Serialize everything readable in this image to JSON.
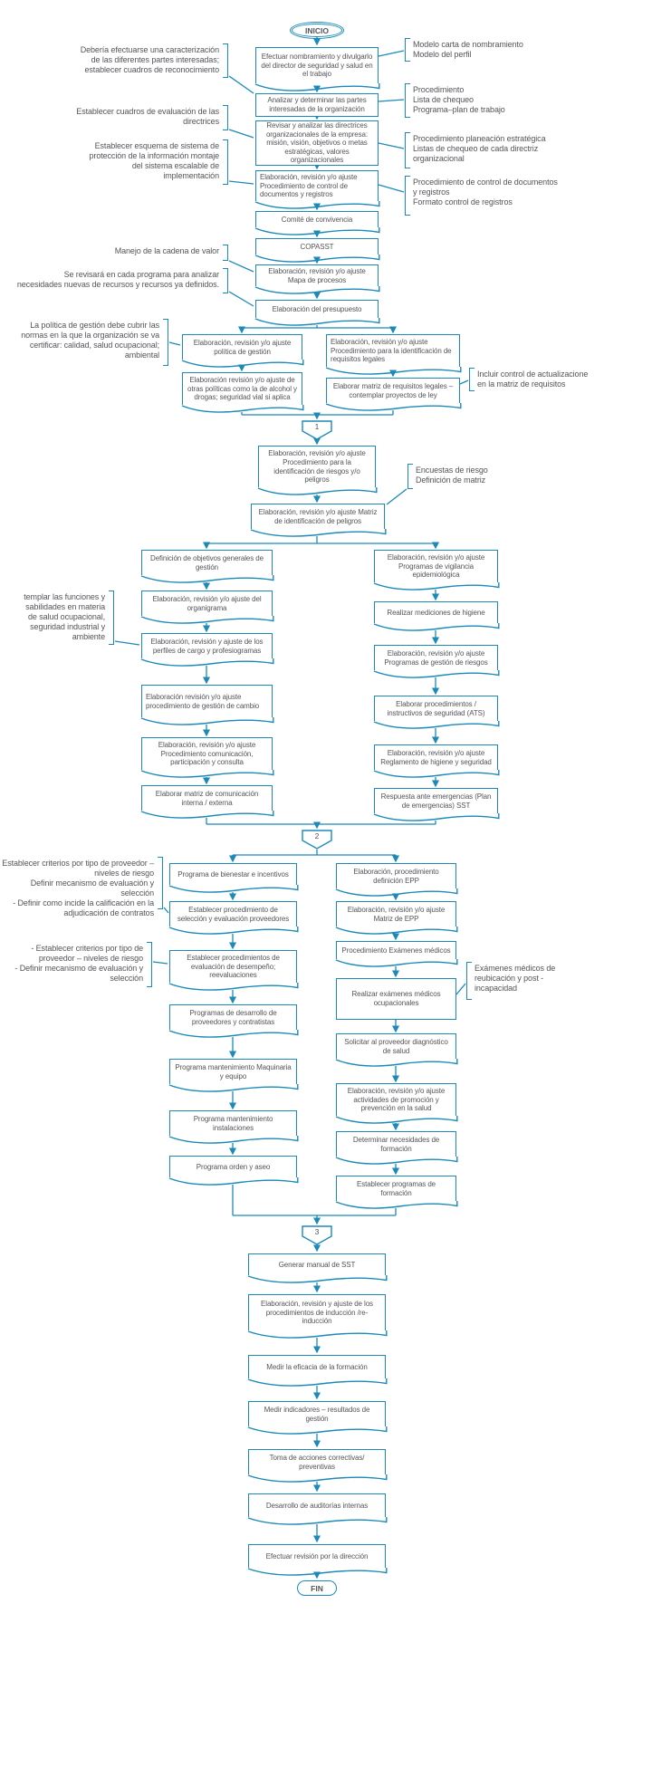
{
  "colors": {
    "line": "#1b8ab9",
    "text": "#54555a",
    "background": "#ffffff"
  },
  "diagram": {
    "start": "INICIO",
    "end": "FIN",
    "connectors": {
      "c1": "1",
      "c2": "2",
      "c3": "3"
    },
    "nodes": {
      "nombramiento": "Efectuar nombramiento y divulgarlo del director de seguridad y salud en el trabajo",
      "partes": "Analizar y determinar las partes interesadas de la organización",
      "directrices": "Revisar y analizar las directrices organizacionales de la empresa: misión, visión, objetivos o metas estratégicas, valores organizacionales",
      "control_docs": "Elaboración, revisión y/o ajuste Procedimiento de control de documentos y registros",
      "comite": "Comité de convivencia",
      "copasst": "COPASST",
      "mapa_procesos": "Elaboración, revisión y/o ajuste Mapa de procesos",
      "presupuesto": "Elaboración del presupuesto",
      "politica_gestion": "Elaboración, revisión y/o ajuste política de gestión",
      "req_legales": "Elaboración, revisión y/o ajuste Procedimiento para la identificación de requisitos legales",
      "otras_politicas": "Elaboración revisión y/o ajuste de otras políticas como la de alcohol y drogas; seguridad vial si aplica",
      "matriz_requisitos": "Elaborar matriz de requisitos legales –contemplar proyectos de ley",
      "proc_riesgos": "Elaboración, revisión y/o ajuste Procedimiento para la identificación de riesgos y/o peligros",
      "matriz_peligros": "Elaboración, revisión y/o ajuste Matriz de identificación de peligros",
      "objetivos": "Definición de objetivos generales de gestión",
      "organigrama": "Elaboración, revisión y/o ajuste del organigrama",
      "perfiles": "Elaboración, revisión y ajuste de los perfiles de cargo y profesiogramas",
      "gestion_cambio": "Elaboración revisión y/o ajuste procedimiento de gestión de cambio",
      "comunicacion": "Elaboración, revisión y/o ajuste Procedimiento comunicación, participación y consulta",
      "matriz_comunicacion": "Elaborar matriz de comunicación interna / externa",
      "vigilancia": "Elaboración, revisión y/o ajuste Programas de vigilancia epidemiológica",
      "mediciones_higiene": "Realizar mediciones de higiene",
      "gestion_riesgos": "Elaboración, revisión y/o ajuste Programas de gestión de riesgos",
      "instructivos_ats": "Elaborar procedimientos / instructivos de seguridad (ATS)",
      "reglamento_higiene": "Elaboración, revisión y/o ajuste Reglamento de higiene y seguridad",
      "emergencias": "Respuesta ante emergencias (Plan de emergencias) SST",
      "bienestar": "Programa de bienestar e incentivos",
      "seleccion_proveedores": "Establecer procedimiento de selección y evaluación proveedores",
      "evaluacion_desempeno": "Establecer procedimientos de evaluación de desempeño; reevaluaciones",
      "desarrollo_proveedores": "Programas de desarrollo de proveedores y contratistas",
      "mant_maquinaria": "Programa mantenimiento Maquinaria y equipo",
      "mant_instalaciones": "Programa mantenimiento instalaciones",
      "orden_aseo": "Programa orden y aseo",
      "epp_definicion": "Elaboración, procedimiento definición EPP",
      "epp_matriz": "Elaboración, revisión y/o ajuste Matriz de EPP",
      "examenes_proc": "Procedimiento Exámenes médicos",
      "examenes_ocupacionales": "Realizar exámenes médicos ocupacionales",
      "diagnostico_salud": "Solicitar al proveedor diagnóstico de salud",
      "promocion_prevencion": "Elaboración, revisión y/o ajuste actividades de promoción y prevención en la salud",
      "necesidades_formacion": "Determinar necesidades de formación",
      "programas_formacion": "Establecer programas de formación",
      "manual_sst": "Generar manual de SST",
      "induccion": "Elaboración, revisión y ajuste de los procedimientos de inducción /re-inducción",
      "eficacia_formacion": "Medir la eficacia de la formación",
      "indicadores": "Medir indicadores – resultados de gestión",
      "acciones_correctivas": "Toma de acciones correctivas/ preventivas",
      "auditorias": "Desarrollo de auditorías internas",
      "revision_direccion": "Efectuar revisión por la dirección"
    },
    "notes": {
      "caracterizacion": "Debería efectuarse una caracterización\nde las diferentes partes interesadas;\nestablecer cuadros de reconocimiento",
      "cuadros_evaluacion": "Establecer cuadros de evaluación de las\ndirectrices",
      "esquema_proteccion": "Establecer esquema de sistema de\nprotección de la información montaje\ndel sistema escalable de\nimplementación",
      "cadena_valor": "Manejo de la cadena de valor",
      "recursos": "Se revisará en cada programa para analizar\nnecesidades nuevas de recursos y recursos ya definidos.",
      "politica_normas": "La política de gestión debe cubrir las\nnormas en la que la organización se va\ncertificar: calidad, salud ocupacional;\nambiental",
      "funciones": "templar las funciones y\nsabilidades en materia\nde salud ocupacional,\nseguridad industrial y\nambiente",
      "criterios_proveedor_1": "Establecer criterios por tipo de proveedor –\nniveles de riesgo\nDefinir mecanismo de evaluación y selección\n- Definir como incide la calificación en la\nadjudicación de contratos",
      "criterios_proveedor_2": "- Establecer criterios por tipo de\nproveedor – niveles de riesgo\n- Definir mecanismo de evaluación y\nselección",
      "modelo_carta": "Modelo carta de nombramiento\nModelo del perfil",
      "procedimiento_lista": "Procedimiento\nLista de chequeo\nPrograma–plan de trabajo",
      "planeacion_estrategica": "Procedimiento planeación estratégica\nListas de chequeo de cada directriz\norganizacional",
      "control_registros": "Procedimiento de control de documentos\ny registros\nFormato control de registros",
      "actualizacion_matriz": "Incluir control de actualizacione\nen la matriz de requisitos",
      "encuestas_riesgo": "Encuestas de riesgo\nDefinición de matriz",
      "examenes_reubicacion": "Exámenes médicos de\nreubicación y post -\nincapacidad"
    }
  }
}
